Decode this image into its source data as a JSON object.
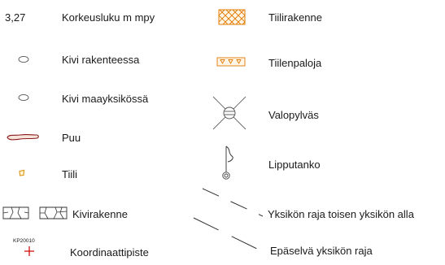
{
  "legend": {
    "elevation": {
      "value": "3,27",
      "label": "Korkeusluku m mpy"
    },
    "stone_structure_left": {
      "label": "Kivi rakenteessa",
      "icon": "stone-ellipse-icon"
    },
    "stone_soil": {
      "label": "Kivi maayksikössä",
      "icon": "stone-ellipse-icon"
    },
    "wood": {
      "label": "Puu",
      "icon": "wood-log-icon",
      "color": "#8b1a1a"
    },
    "brick": {
      "label": "Tiili",
      "icon": "brick-icon",
      "color": "#d98c00"
    },
    "stone_structure": {
      "label": "Kivirakenne",
      "icon": "stone-structure-icon"
    },
    "coordinate_point": {
      "code": "KP20010",
      "label": "Koordinaattipiste",
      "icon": "cross-icon",
      "color": "#d00000"
    },
    "brick_structure": {
      "label": "Tiilirakenne",
      "icon": "brick-hatch-icon",
      "color": "#e07a00"
    },
    "brick_fragments": {
      "label": "Tiilenpaloja",
      "icon": "brick-triangles-icon",
      "color": "#e07a00"
    },
    "lamp_post": {
      "label": "Valopylväs",
      "icon": "lamp-post-icon"
    },
    "flagpole": {
      "label": "Lipputanko",
      "icon": "flagpole-icon"
    },
    "unit_boundary_under": {
      "label": "Yksikön raja toisen yksikön alla",
      "icon": "dashed-line-icon"
    },
    "unit_boundary_unclear": {
      "label": "Epäselvä yksikön raja",
      "icon": "dashed-line-icon"
    }
  }
}
